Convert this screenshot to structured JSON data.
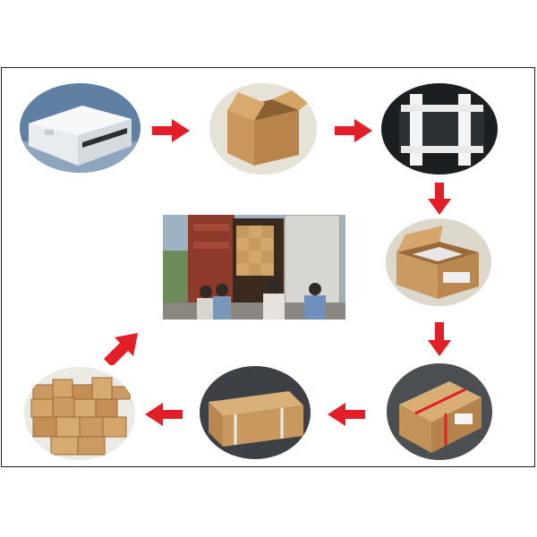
{
  "colors": {
    "arrow": "#e41e26",
    "frame": "#222222",
    "cardboard": "#c99a62",
    "foam": "#f4f4f4"
  },
  "steps": [
    {
      "id": 1,
      "content": "printer-machine-icon"
    },
    {
      "id": 2,
      "content": "empty-carton-icon"
    },
    {
      "id": 3,
      "content": "foam-protected-printer-icon"
    },
    {
      "id": 4,
      "content": "printer-in-carton-icon"
    },
    {
      "id": 5,
      "content": "sealed-strapped-box-icon"
    },
    {
      "id": 6,
      "content": "wrapped-shipping-box-icon"
    },
    {
      "id": 7,
      "content": "stacked-cartons-icon"
    },
    {
      "id": 8,
      "content": "container-loading-photo-icon"
    }
  ],
  "arrows": [
    {
      "from": 1,
      "to": 2,
      "direction": "right"
    },
    {
      "from": 2,
      "to": 3,
      "direction": "right"
    },
    {
      "from": 3,
      "to": 4,
      "direction": "down"
    },
    {
      "from": 4,
      "to": 5,
      "direction": "down"
    },
    {
      "from": 5,
      "to": 6,
      "direction": "left"
    },
    {
      "from": 6,
      "to": 7,
      "direction": "left"
    },
    {
      "from": 7,
      "to": 8,
      "direction": "up-right"
    }
  ]
}
